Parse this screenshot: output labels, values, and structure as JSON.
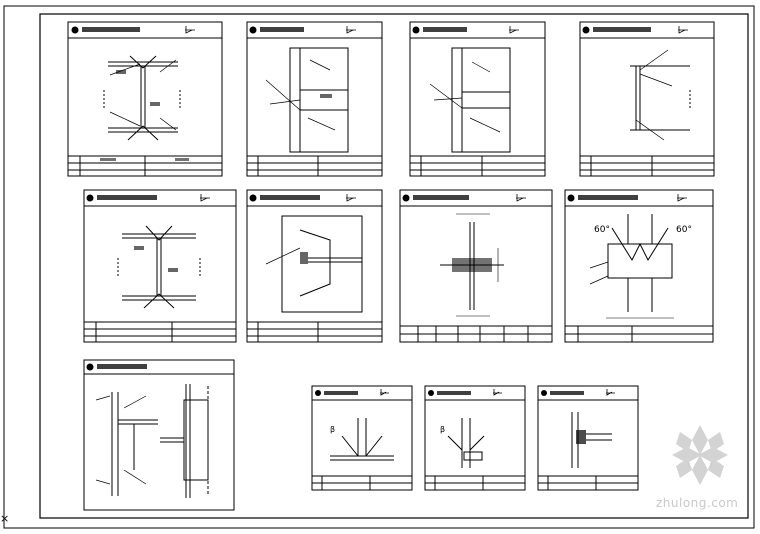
{
  "watermark": {
    "text": "zhulong.com"
  },
  "corner_mark": "×",
  "colors": {
    "line": "#000000",
    "paper": "#ffffff",
    "watermark": "#c8c8c8"
  },
  "angle_labels": {
    "sixty": "60°",
    "beta": "β"
  },
  "panel_ids": [
    "p1",
    "p2",
    "p3",
    "p4",
    "p5",
    "p6",
    "p7",
    "p8",
    "p9",
    "p10",
    "p11",
    "p12"
  ]
}
